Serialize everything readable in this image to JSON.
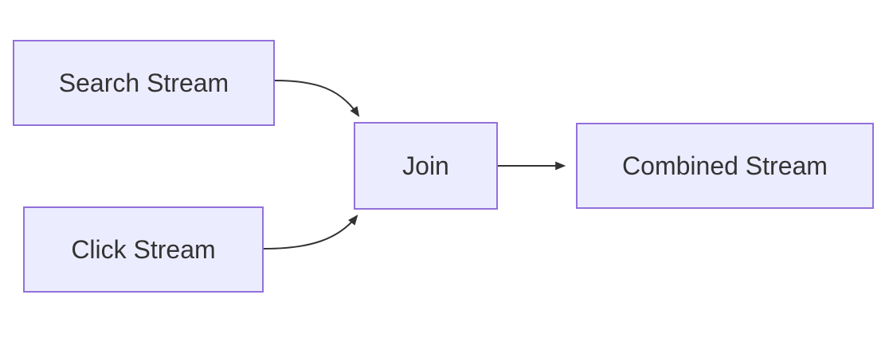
{
  "diagram": {
    "type": "flowchart",
    "direction": "left-to-right",
    "nodes": [
      {
        "id": "search",
        "label": "Search Stream"
      },
      {
        "id": "click",
        "label": "Click Stream"
      },
      {
        "id": "join",
        "label": "Join"
      },
      {
        "id": "combined",
        "label": "Combined Stream"
      }
    ],
    "edges": [
      {
        "from": "Search Stream",
        "to": "Join"
      },
      {
        "from": "Click Stream",
        "to": "Join"
      },
      {
        "from": "Join",
        "to": "Combined Stream"
      }
    ],
    "colors": {
      "node_fill": "#ECECFF",
      "node_border": "#9370DB",
      "text": "#333333",
      "edge": "#333333",
      "background": "#FFFFFF"
    }
  }
}
